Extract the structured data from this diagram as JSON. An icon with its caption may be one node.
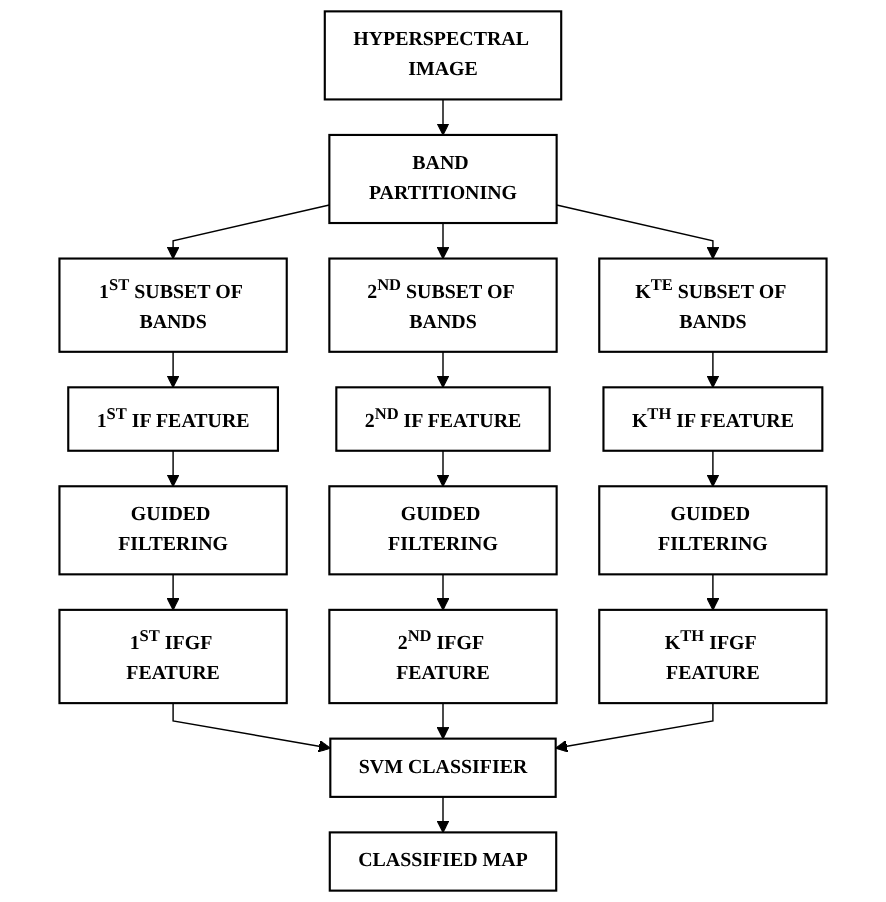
{
  "diagram": {
    "nodes": [
      {
        "text": [
          "HYPERSPECTRAL IMAGE"
        ]
      },
      {
        "text": [
          "BAND PARTITIONING"
        ]
      },
      {
        "text": [
          "1$^{ST}$ SUBSET OF BANDS"
        ]
      },
      {
        "text": [
          "2$^{ND}$ SUBSET OF BANDS"
        ]
      },
      {
        "text": [
          "K$^{TE}$ SUBSET OF BANDS"
        ]
      },
      {
        "text": [
          "1$^{ST}$ IF FEATURE"
        ]
      },
      {
        "text": [
          "2$^{ND}$ IF FEATURE"
        ]
      },
      {
        "text": [
          "K$^{TH}$ IF FEATURE"
        ]
      },
      {
        "text": [
          "GUIDED FILTERING"
        ]
      },
      {
        "text": [
          "GUIDED FILTERING"
        ]
      },
      {
        "text": [
          "GUIDED FILTERING"
        ]
      },
      {
        "text": [
          "1$^{ST}$ IFGF FEATURE"
        ]
      },
      {
        "text": [
          "2$^{ND}$ IFGF FEATURE"
        ]
      },
      {
        "text": [
          "K$^{TH}$ IFGF FEATURE"
        ]
      },
      {
        "text": [
          "SVM CLASSIFIER"
        ]
      },
      {
        "text": [
          "CLASSIFIED MAP"
        ]
      }
    ],
    "edges": [
      {
        "from": 0,
        "to": 1,
        "arrow": "to"
      },
      {
        "from": 1,
        "to": 2,
        "arrow": "to"
      },
      {
        "from": 1,
        "to": 3,
        "arrow": "to"
      },
      {
        "from": 1,
        "to": 4,
        "arrow": "to"
      },
      {
        "from": 2,
        "to": 5,
        "arrow": "to"
      },
      {
        "from": 3,
        "to": 6,
        "arrow": "to"
      },
      {
        "from": 4,
        "to": 7,
        "arrow": "to"
      },
      {
        "from": 5,
        "to": 8,
        "arrow": "to"
      },
      {
        "from": 6,
        "to": 9,
        "arrow": "to"
      },
      {
        "from": 7,
        "to": 10,
        "arrow": "to"
      },
      {
        "from": 8,
        "to": 11,
        "arrow": "to"
      },
      {
        "from": 9,
        "to": 12,
        "arrow": "to"
      },
      {
        "from": 10,
        "to": 13,
        "arrow": "to"
      },
      {
        "from": 11,
        "to": 14,
        "arrow": "to"
      },
      {
        "from": 12,
        "to": 14,
        "arrow": "to"
      },
      {
        "from": 13,
        "to": 14,
        "arrow": "to"
      },
      {
        "from": 14,
        "to": 15,
        "arrow": "to"
      }
    ]
  }
}
